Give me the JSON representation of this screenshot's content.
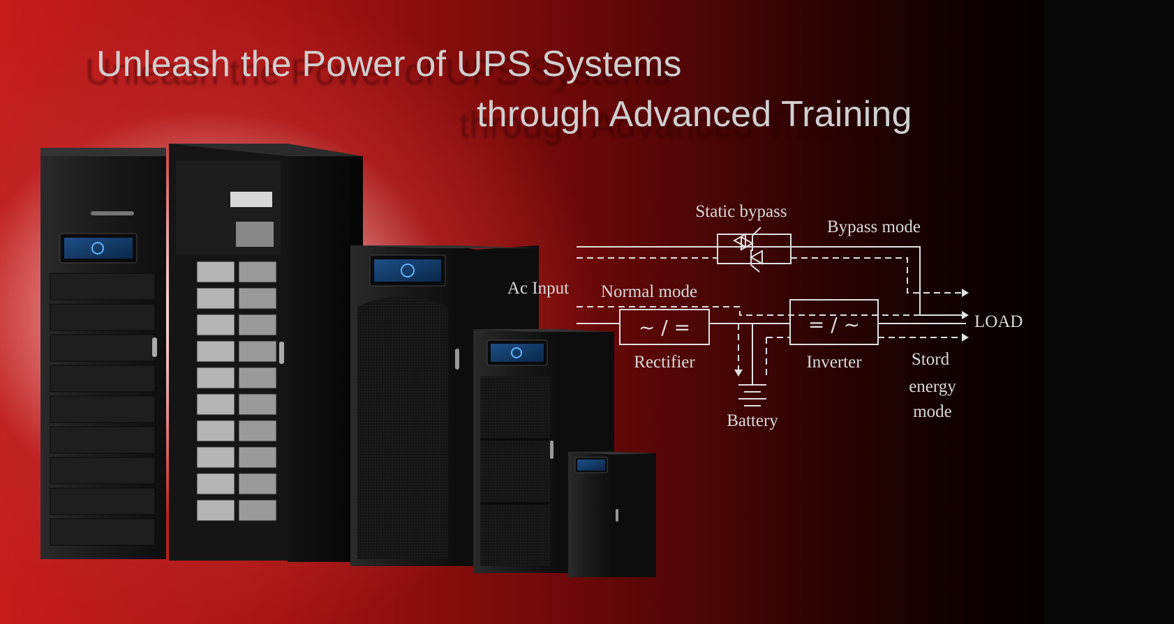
{
  "headline": {
    "line1": "Unleash the Power of UPS Systems",
    "line2": "through Advanced Training"
  },
  "diagram": {
    "static_bypass": "Static bypass",
    "bypass_mode": "Bypass mode",
    "ac_input": "Ac Input",
    "normal_mode": "Normal mode",
    "rectifier_symbol": "~ / =",
    "rectifier": "Rectifier",
    "inverter_symbol": "= / ~",
    "inverter": "Inverter",
    "battery": "Battery",
    "load": "LOAD",
    "stord_line1": "Stord",
    "stord_line2": "energy",
    "stord_line3": "mode"
  },
  "colors": {
    "red": "#c61c1c",
    "dark_red": "#4a0505",
    "line": "#e2e2e2",
    "cabinet": "#1c1c1c"
  }
}
